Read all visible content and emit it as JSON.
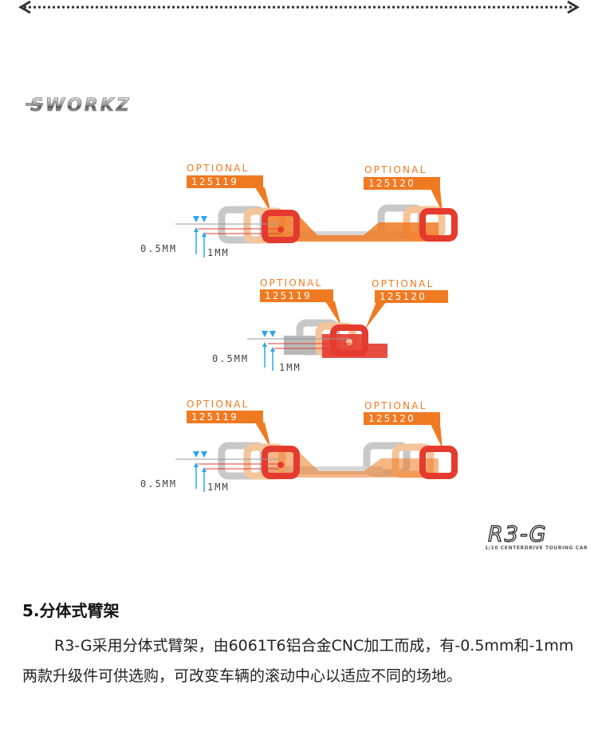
{
  "brand": {
    "logo_text": "SWORKZ"
  },
  "figure": {
    "optional_label": "OPTIONAL",
    "part_left": "125119",
    "part_right": "125120",
    "offset_small": "0.5MM",
    "offset_large": "1MM"
  },
  "product": {
    "name": "R3-G",
    "subtitle": "1/10 CENTERDRIVE TOURING CAR"
  },
  "section": {
    "title": "5.分体式臂架",
    "body": "R3-G采用分体式臂架，由6061T6铝合金CNC加工而成，有-0.5mm和-1mm两款升级件可供选购，可改变车辆的滚动中心以适应不同的场地。"
  },
  "colors": {
    "orange": "#f07a22",
    "red": "#e53a2e",
    "arrow_blue": "#2aa6e6"
  }
}
